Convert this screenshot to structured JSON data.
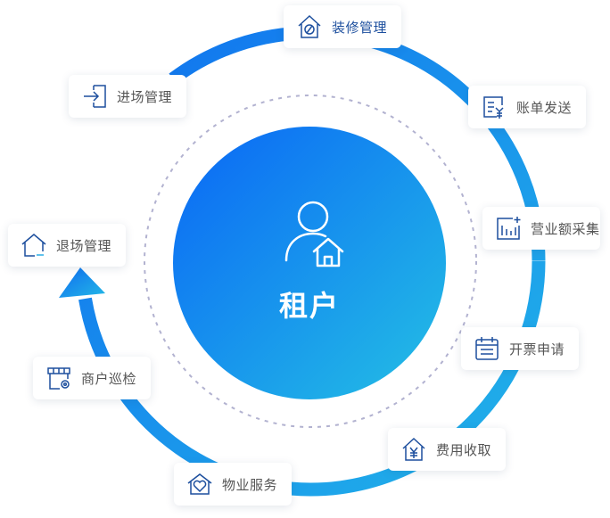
{
  "center": {
    "label": "租户",
    "icon": "tenant-home-icon"
  },
  "colors": {
    "ring_start": "#1272ee",
    "ring_end": "#22b2e8",
    "circle_start": "#0c6bf5",
    "circle_end": "#22bce6",
    "icon": "#1d4f9e",
    "dashed": "#b2b2d0"
  },
  "nodes": [
    {
      "label": "装修管理",
      "icon": "renovation-house-icon"
    },
    {
      "label": "账单发送",
      "icon": "bill-icon"
    },
    {
      "label": "营业额采集",
      "icon": "chart-add-icon"
    },
    {
      "label": "开票申请",
      "icon": "calendar-icon"
    },
    {
      "label": "费用收取",
      "icon": "yen-house-icon"
    },
    {
      "label": "物业服务",
      "icon": "heart-house-icon"
    },
    {
      "label": "商户巡检",
      "icon": "store-gear-icon"
    },
    {
      "label": "退场管理",
      "icon": "exit-house-icon"
    },
    {
      "label": "进场管理",
      "icon": "enter-door-icon"
    }
  ]
}
